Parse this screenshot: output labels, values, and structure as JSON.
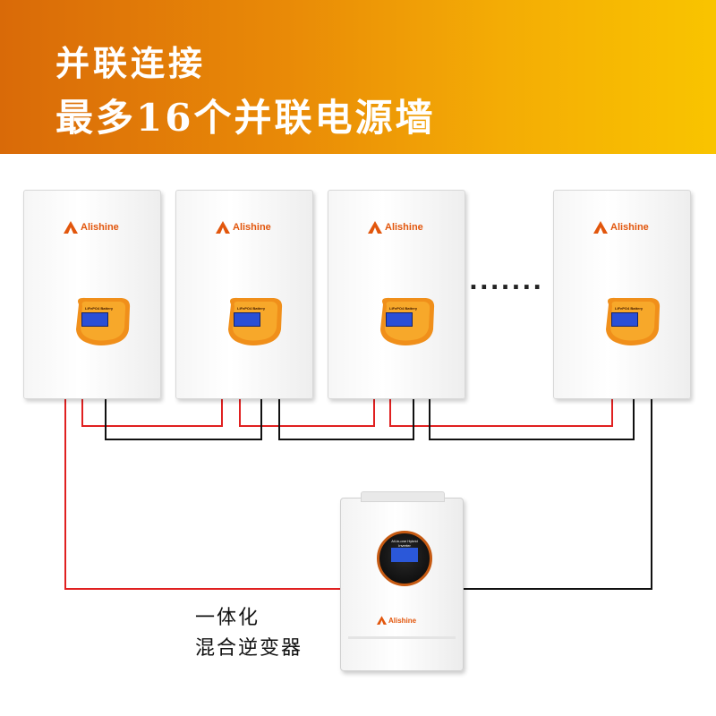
{
  "banner": {
    "line1": "并联连接",
    "line2": "最多16个并联电源墙"
  },
  "battery": {
    "brand": "Alishine",
    "panel_label": "LiFePO4 Battery"
  },
  "ellipsis": ".......",
  "inverter": {
    "screen_text": "All-in-one Hybrid Inverter",
    "brand": "Alishine",
    "label_line1": "一体化",
    "label_line2": "混合逆变器"
  },
  "colors": {
    "banner_start": "#d96a08",
    "banner_end": "#f9c400",
    "positive_wire": "#e02020",
    "negative_wire": "#111111",
    "brand": "#e2560c"
  }
}
